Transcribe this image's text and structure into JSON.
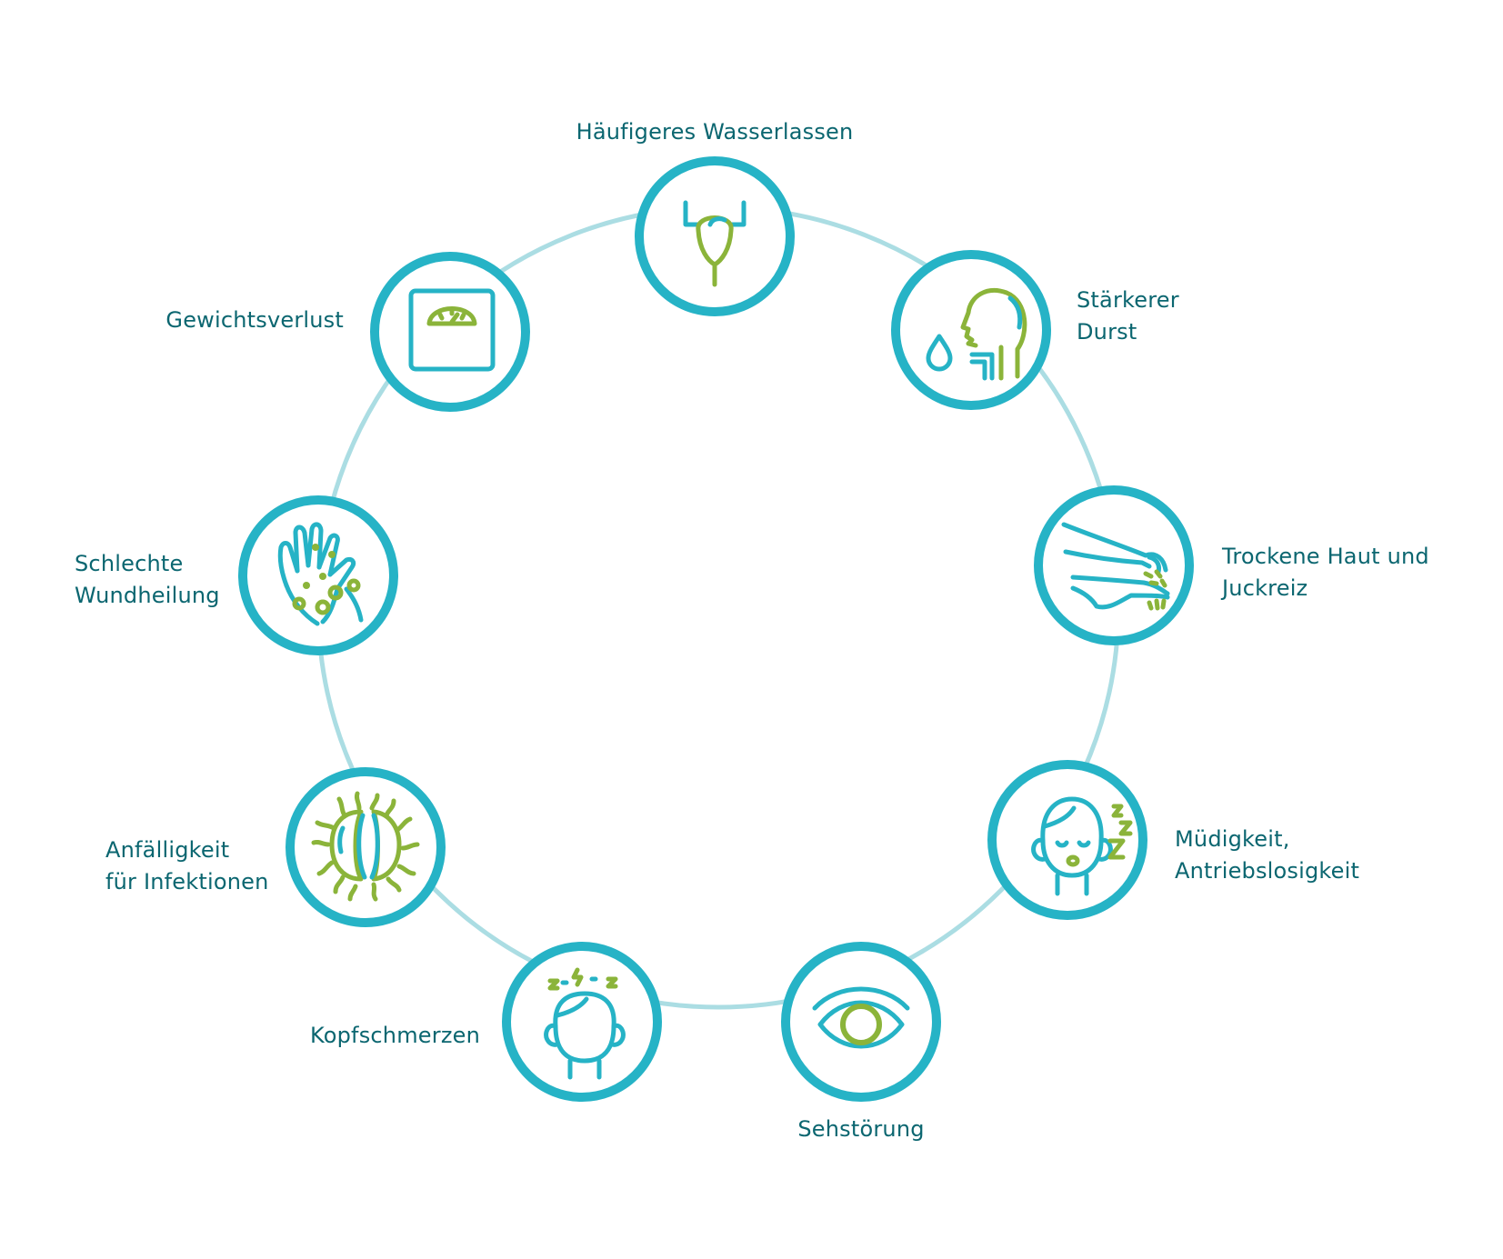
{
  "colors": {
    "ring": "#ABDDE3",
    "node_border": "#26B3C6",
    "icon_teal": "#26B3C6",
    "icon_green": "#8BB43A",
    "label_text": "#0B6670"
  },
  "symptoms": [
    {
      "icon": "bladder-icon",
      "label_lines": [
        "Häufigeres Wasserlassen"
      ]
    },
    {
      "icon": "head-thirst-icon",
      "label_lines": [
        "Stärkerer",
        "Durst"
      ]
    },
    {
      "icon": "itching-arm-icon",
      "label_lines": [
        "Trockene Haut und",
        "Juckreiz"
      ]
    },
    {
      "icon": "sleepy-face-icon",
      "label_lines": [
        "Müdigkeit,",
        "Antriebslosigkeit"
      ]
    },
    {
      "icon": "eye-icon",
      "label_lines": [
        "Sehstörung"
      ]
    },
    {
      "icon": "headache-icon",
      "label_lines": [
        "Kopfschmerzen"
      ]
    },
    {
      "icon": "bacteria-icon",
      "label_lines": [
        "Anfälligkeit",
        "für Infektionen"
      ]
    },
    {
      "icon": "wounded-hand-icon",
      "label_lines": [
        "Schlechte",
        "Wundheilung"
      ]
    },
    {
      "icon": "scale-icon",
      "label_lines": [
        "Gewichtsverlust"
      ]
    }
  ]
}
